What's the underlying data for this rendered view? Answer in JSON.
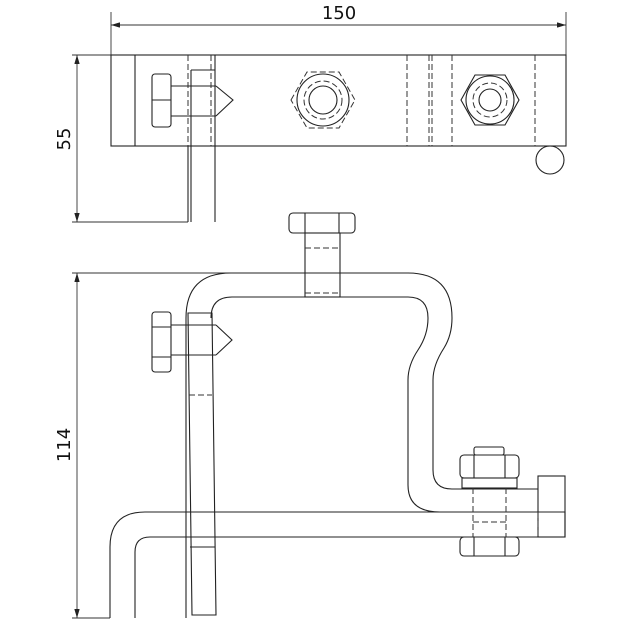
{
  "drawing": {
    "dimensions": {
      "width": "150",
      "top_height": "55",
      "side_height": "114"
    },
    "colors": {
      "line": "#222222",
      "background": "#ffffff"
    }
  }
}
